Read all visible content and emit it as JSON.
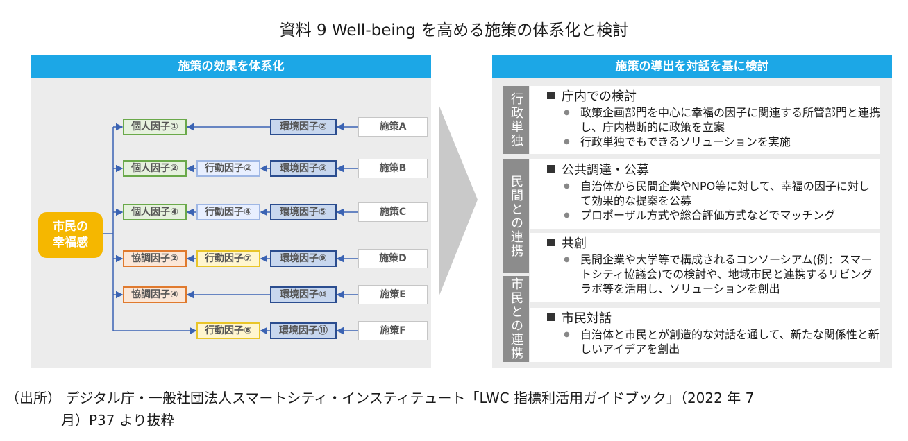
{
  "title": "資料 9 Well-being を高める施策の体系化と検討",
  "left_panel": {
    "header": "施策の効果を体系化",
    "citizen_line1": "市民の",
    "citizen_line2": "幸福感",
    "rows": [
      {
        "factor": "個人因子①",
        "action": "",
        "env": "環境因子②",
        "policy": "施策A"
      },
      {
        "factor": "個人因子②",
        "action": "行動因子②",
        "env": "環境因子③",
        "policy": "施策B"
      },
      {
        "factor": "個人因子④",
        "action": "行動因子④",
        "env": "環境因子⑤",
        "policy": "施策C"
      },
      {
        "factor": "協調因子②",
        "action": "行動因子⑦",
        "env": "環境因子⑨",
        "policy": "施策D"
      },
      {
        "factor": "協調因子④",
        "action": "",
        "env": "環境因子⑩",
        "policy": "施策E"
      },
      {
        "factor": "",
        "action": "行動因子⑧",
        "env": "環境因子⑪",
        "policy": "施策F"
      }
    ]
  },
  "right_panel": {
    "header": "施策の導出を対話を基に検討",
    "labels": [
      "行政単独",
      "民間との連携",
      "市民との連携"
    ],
    "sections": [
      {
        "heading": "庁内での検討",
        "bullets": [
          "政策企画部門を中心に幸福の因子に関連する所管部門と連携し、庁内横断的に政策を立案",
          "行政単独でもできるソリューションを実施"
        ]
      },
      {
        "heading": "公共調達・公募",
        "bullets": [
          "自治体から民間企業やNPO等に対して、幸福の因子に対して効果的な提案を公募",
          "プロポーザル方式や総合評価方式などでマッチング"
        ]
      },
      {
        "heading": "共創",
        "bullets": [
          "民間企業や大学等で構成されるコンソーシアム(例：スマートシティ協議会)での検討や、地域市民と連携するリビングラボ等を活用し、ソリューションを創出"
        ]
      },
      {
        "heading": "市民対話",
        "bullets": [
          "自治体と市民とが創造的な対話を通して、新たな関係性と新しいアイデアを創出"
        ]
      }
    ]
  },
  "source_line1": "（出所） デジタル庁・一般社団法人スマートシティ・インスティテュート「LWC 指標利活用ガイドブック」（2022 年 7",
  "source_line2": "月）P37 より抜粋"
}
